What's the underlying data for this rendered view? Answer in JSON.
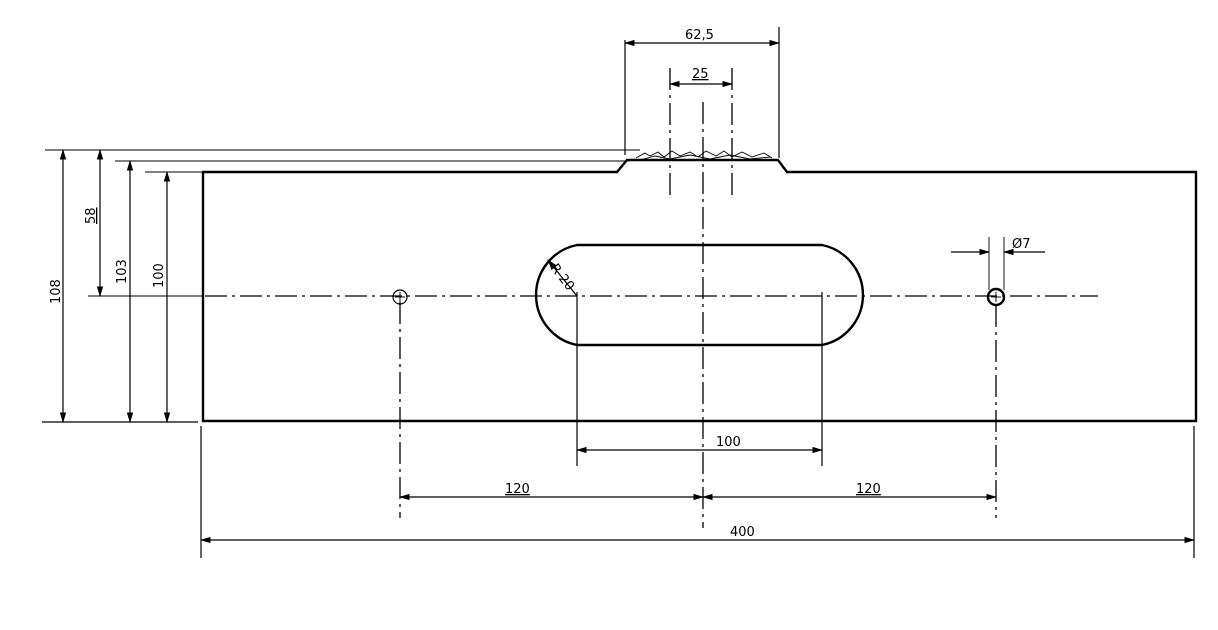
{
  "drawing": {
    "dimensions": {
      "total_width": "400",
      "hole_left_offset": "120",
      "hole_right_offset": "120",
      "slot_length": "100",
      "slot_radius": "R 20",
      "hole_diameter": "Ø7",
      "boss_width": "62,5",
      "boss_inner": "25",
      "overall_height": "108",
      "height_103": "103",
      "height_100": "100",
      "center_height": "58"
    }
  }
}
